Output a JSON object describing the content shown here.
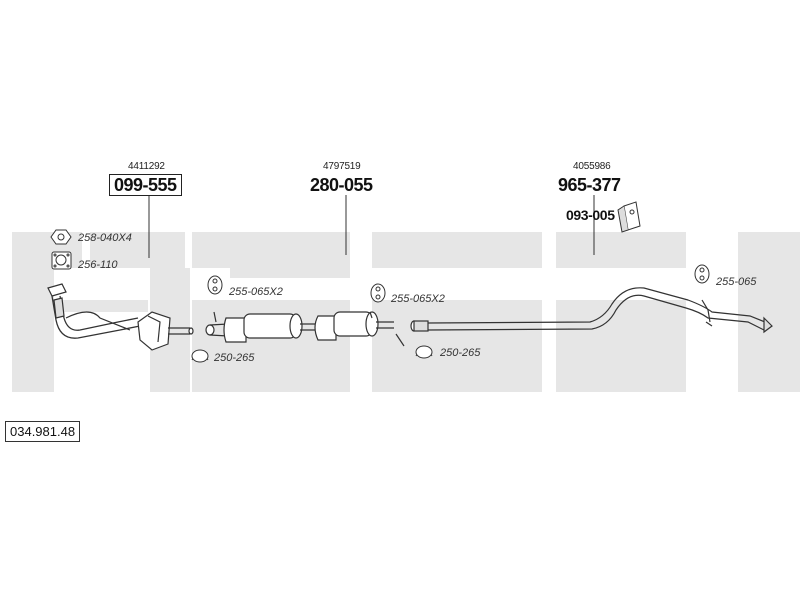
{
  "diagram_code": "034.981.48",
  "groups": [
    {
      "ref": "4411292",
      "part": "099-555"
    },
    {
      "ref": "4797519",
      "part": "280-055"
    },
    {
      "ref": "4055986",
      "part": "965-377",
      "sub_part": "093-005"
    }
  ],
  "callouts": {
    "nut": "258-040X4",
    "gasket": "256-110",
    "hanger_front_1": "255-065X2",
    "hanger_front_2": "255-065X2",
    "clamp_1": "250-265",
    "clamp_2": "250-265",
    "hanger_rear": "255-065"
  },
  "colors": {
    "background_band": "#e6e6e6",
    "line": "#333333"
  }
}
